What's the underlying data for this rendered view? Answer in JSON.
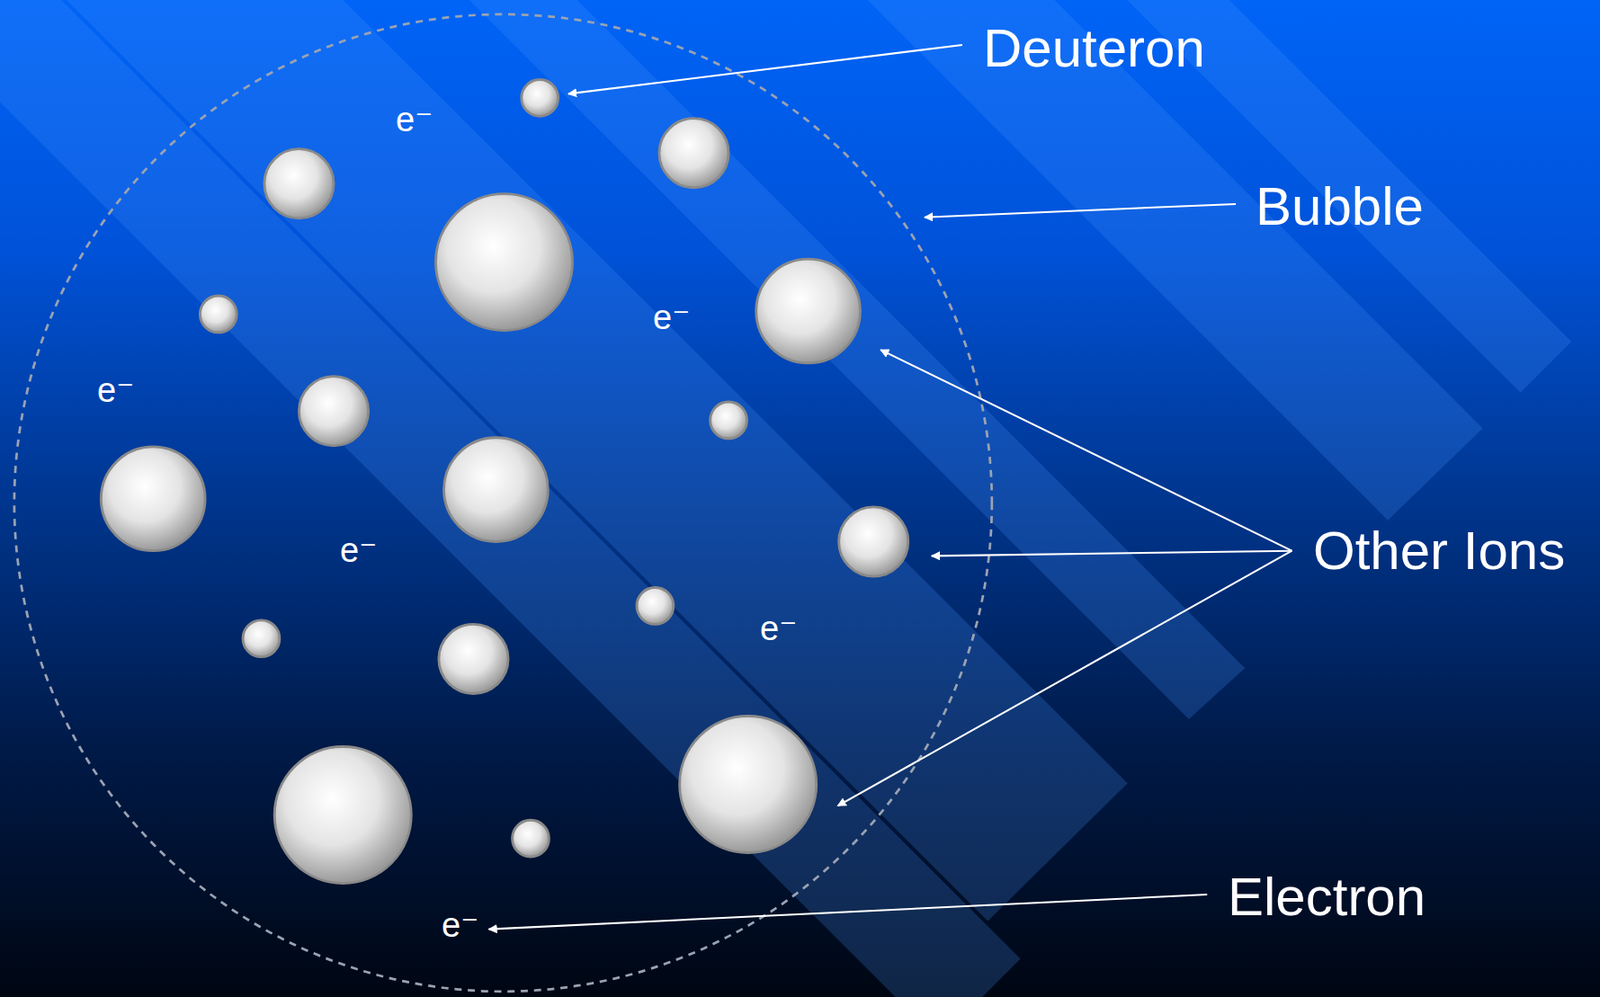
{
  "diagram": {
    "labels": [
      "Deuteron",
      "e⁻",
      "Bubble",
      "e⁻",
      "e⁻",
      "Other Ions",
      "e⁻",
      "e⁻",
      "Electron",
      "e⁻"
    ]
  }
}
